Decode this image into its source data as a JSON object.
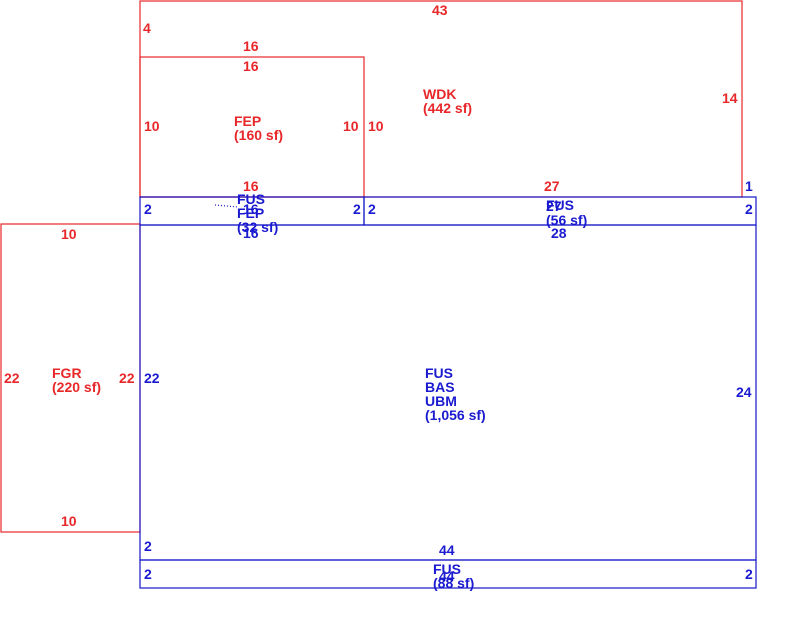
{
  "colors": {
    "red": "#e8272a",
    "blue": "#1616c8"
  },
  "areas": {
    "wdk": {
      "code": "WDK",
      "area": "(442 sf)"
    },
    "fep": {
      "code": "FEP",
      "area": "(160 sf)"
    },
    "fgr": {
      "code": "FGR",
      "area": "(220 sf)"
    },
    "fus_fep": {
      "l1": "FUS",
      "l2": "FEP",
      "area": "(32 sf)"
    },
    "fus_small": {
      "l1": "FUS",
      "area": "(56 sf)"
    },
    "main": {
      "l1": "FUS",
      "l2": "BAS",
      "l3": "UBM",
      "area": "(1,056 sf)"
    },
    "fus_bottom": {
      "l1": "FUS",
      "area": "(88 sf)"
    }
  },
  "dims": {
    "d43": "43",
    "d4": "4",
    "d16": "16",
    "d14": "14",
    "d10": "10",
    "d27": "27",
    "d28": "28",
    "d1": "1",
    "d2": "2",
    "d22": "22",
    "d24": "24",
    "d44": "44"
  }
}
